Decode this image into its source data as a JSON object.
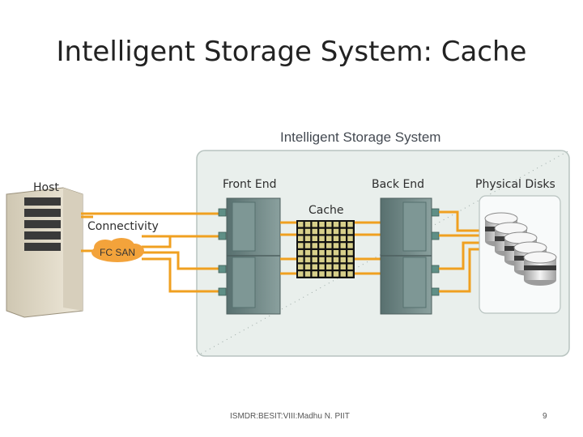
{
  "slide": {
    "title": "Intelligent Storage System: Cache",
    "footer_text": "ISMDR:BESIT:VIII:Madhu N. PIIT",
    "page_number": "9"
  },
  "diagram": {
    "system_label": "Intelligent Storage System",
    "host_label": "Host",
    "connectivity_label": "Connectivity",
    "fc_san_label": "FC SAN",
    "front_end_label": "Front End",
    "back_end_label": "Back End",
    "cache_label": "Cache",
    "physical_disks_label": "Physical Disks",
    "colors": {
      "cable": "#f0a020",
      "cloud": "#f3a33b",
      "enclosure": "#e9efec",
      "controller": "#6f8685",
      "cache_cell": "#d7cf8a",
      "cache_grid": "#111111",
      "port": "#5f8f86"
    }
  }
}
